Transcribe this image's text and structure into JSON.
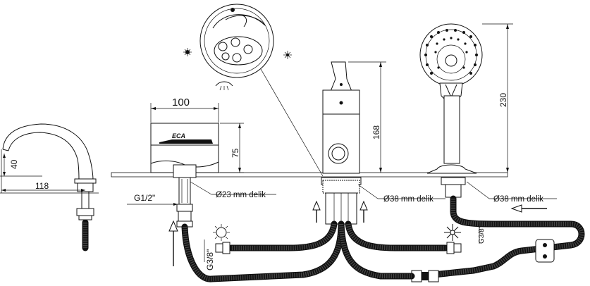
{
  "dimensions": {
    "spout_height": "40",
    "spout_reach": "118",
    "body_width": "100",
    "body_height": "75",
    "thread_hot_cold": "G1/2\"",
    "hole_small": "Ø23 mm delik",
    "mixer_height": "168",
    "hole_mixer": "Ø38 mm delik",
    "shower_length": "230",
    "hole_shower": "Ø38 mm delik",
    "thread_hose_left": "G3/8\"",
    "thread_hose_right": "G3/8\""
  },
  "brand": {
    "logo": "ECA"
  },
  "symbols": {
    "hot": "sun-icon",
    "cold": "snowflake-icon",
    "rain": "rain-icon"
  },
  "colors": {
    "line": "#111111",
    "background": "#ffffff"
  }
}
